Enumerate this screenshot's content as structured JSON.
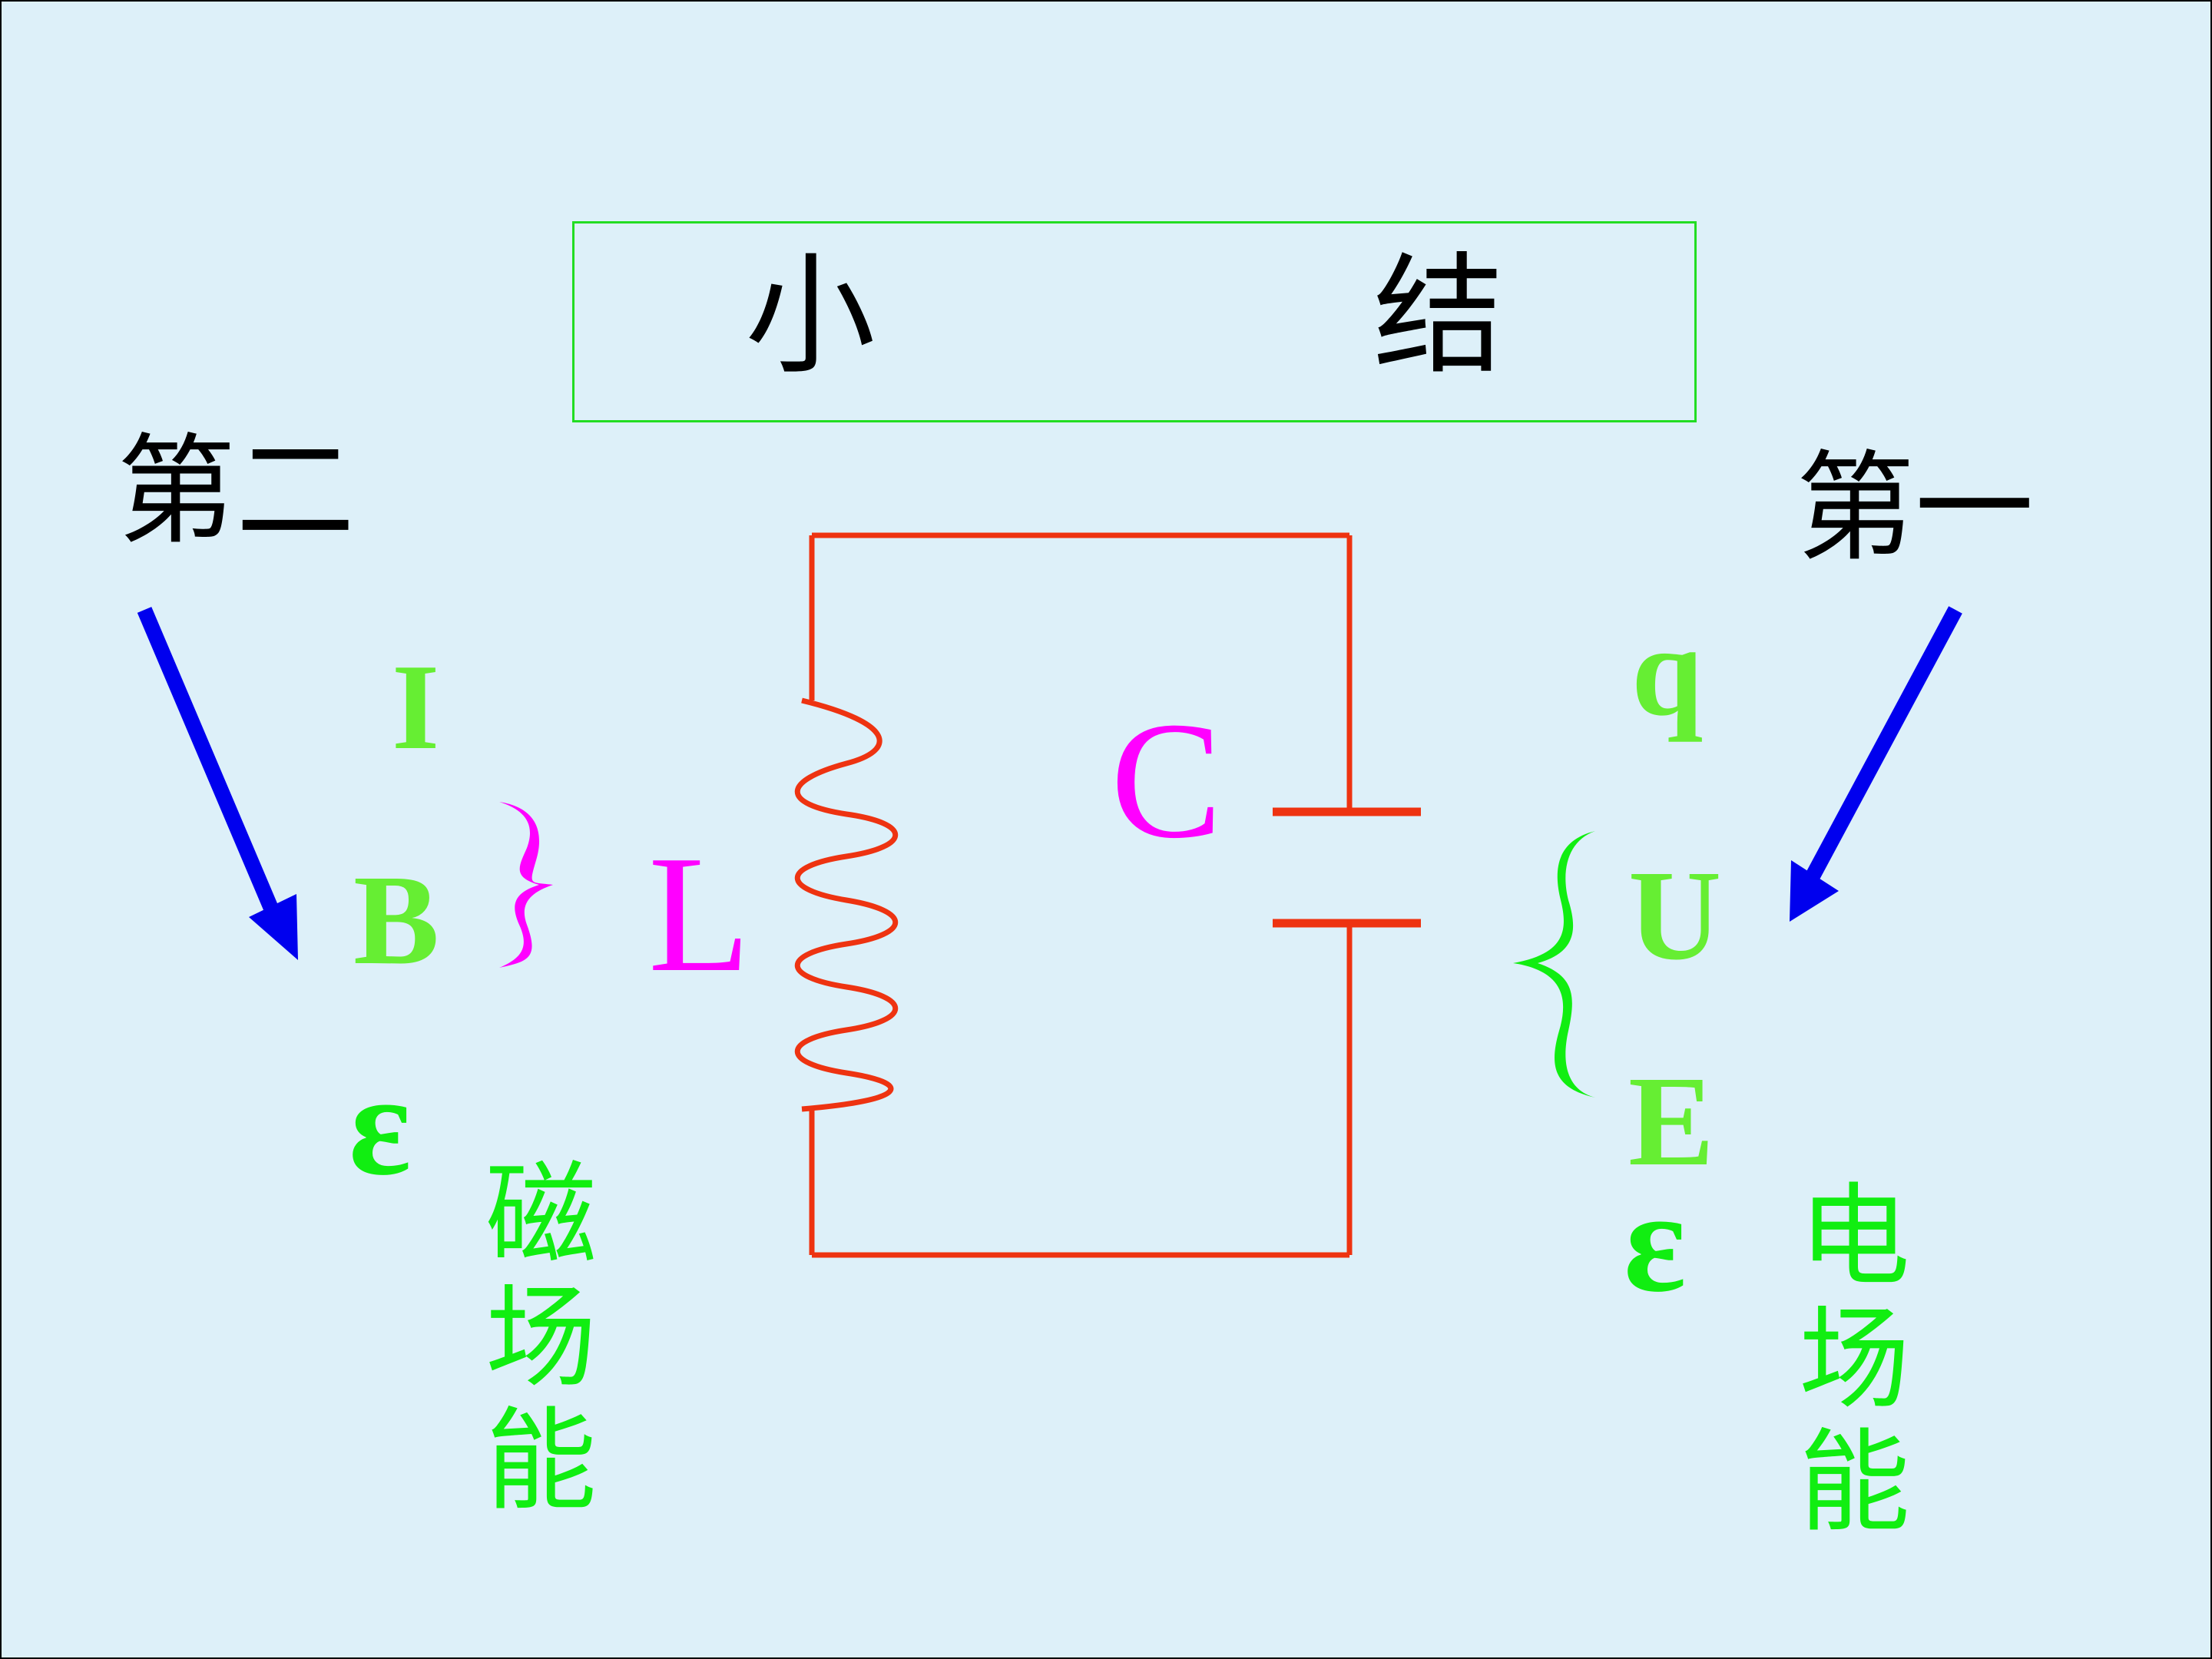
{
  "title": {
    "left": "小",
    "right": "结"
  },
  "left": {
    "heading": "第二",
    "symbols": [
      "I",
      "B",
      "ε"
    ],
    "energy_label": [
      "磁",
      "场",
      "能"
    ]
  },
  "right": {
    "heading": "第一",
    "symbols": [
      "q",
      "U",
      "E",
      "ε"
    ],
    "energy_label": [
      "电",
      "场",
      "能"
    ]
  },
  "circuit": {
    "inductor_label": "L",
    "capacitor_label": "C"
  },
  "colors": {
    "background": "#ddf0f9",
    "title_border": "#22dd22",
    "wire": "#ee3311",
    "component_label": "#ff00ff",
    "symbol": "#66ee33",
    "energy_text": "#11ee11",
    "arrow": "#0000ee",
    "heading": "#000000"
  }
}
